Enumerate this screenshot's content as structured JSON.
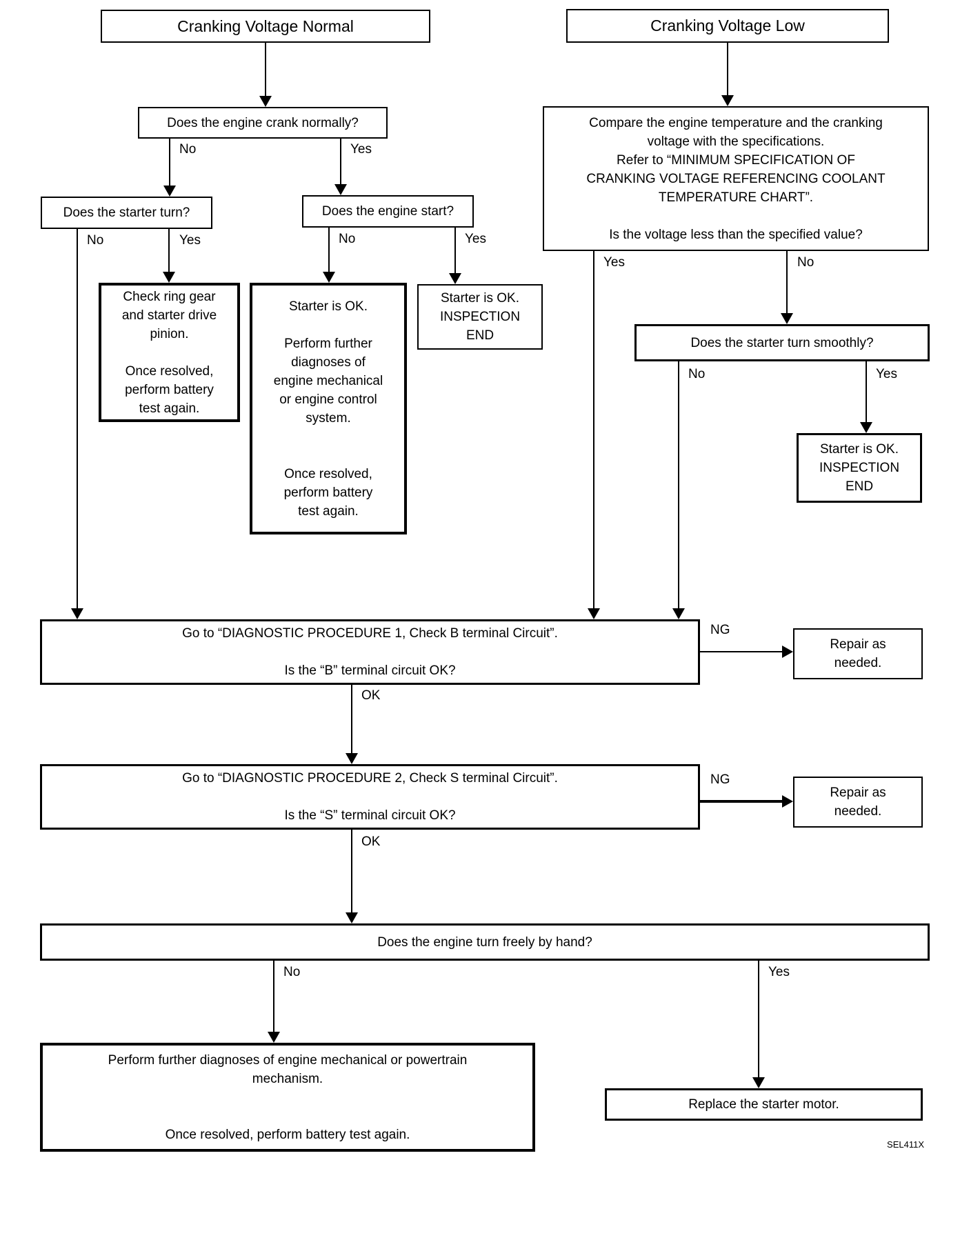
{
  "header": {
    "left": "Cranking Voltage Normal",
    "right": "Cranking Voltage Low"
  },
  "labels": {
    "yes": "Yes",
    "no": "No",
    "ok": "OK",
    "ng": "NG"
  },
  "nodes": {
    "q_crank": {
      "text": [
        "Does the engine crank normally?"
      ]
    },
    "q_starter_turn": {
      "text": [
        "Does the starter turn?"
      ]
    },
    "q_engine_start": {
      "text": [
        "Does the engine start?"
      ]
    },
    "check_ring": {
      "text": [
        "Check ring gear",
        "and starter drive",
        "pinion.",
        "",
        "Once resolved,",
        "perform battery",
        "test again."
      ]
    },
    "starter_ok_diag": {
      "text": [
        "Starter is OK.",
        "",
        "Perform further",
        "diagnoses of",
        "engine mechanical",
        "or engine control",
        "system.",
        "",
        "",
        "Once resolved,",
        "perform battery",
        "test again."
      ]
    },
    "inspection_end_1": {
      "text": [
        "Starter is OK.",
        "INSPECTION",
        "END"
      ]
    },
    "compare": {
      "text": [
        "Compare the engine temperature and the cranking",
        "voltage with the specifications.",
        "Refer to “MINIMUM SPECIFICATION OF",
        "CRANKING VOLTAGE REFERENCING COOLANT",
        "TEMPERATURE CHART”.",
        "",
        "Is the voltage less than the specified value?"
      ]
    },
    "q_smoothly": {
      "text": [
        "Does the starter turn smoothly?"
      ]
    },
    "inspection_end_2": {
      "text": [
        "Starter is OK.",
        "INSPECTION",
        "END"
      ]
    },
    "b_terminal": {
      "text": [
        "Go to “DIAGNOSTIC PROCEDURE 1, Check B terminal Circuit”.",
        "",
        "Is the “B” terminal circuit OK?"
      ]
    },
    "repair_1": {
      "text": [
        "Repair as",
        "needed."
      ]
    },
    "s_terminal": {
      "text": [
        "Go to “DIAGNOSTIC PROCEDURE 2, Check S terminal Circuit”.",
        "",
        "Is the “S” terminal circuit OK?"
      ]
    },
    "repair_2": {
      "text": [
        "Repair as",
        "needed."
      ]
    },
    "q_turn_freely": {
      "text": [
        "Does the engine turn freely by hand?"
      ]
    },
    "perform_further": {
      "text": [
        "Perform further diagnoses of engine mechanical or powertrain",
        "mechanism.",
        "",
        "",
        "Once resolved, perform battery test again."
      ]
    },
    "replace_starter": {
      "text": [
        "Replace the starter motor."
      ]
    }
  },
  "footer": {
    "figure_code": "SEL411X"
  },
  "colors": {
    "line": "#000000",
    "background": "#ffffff"
  }
}
